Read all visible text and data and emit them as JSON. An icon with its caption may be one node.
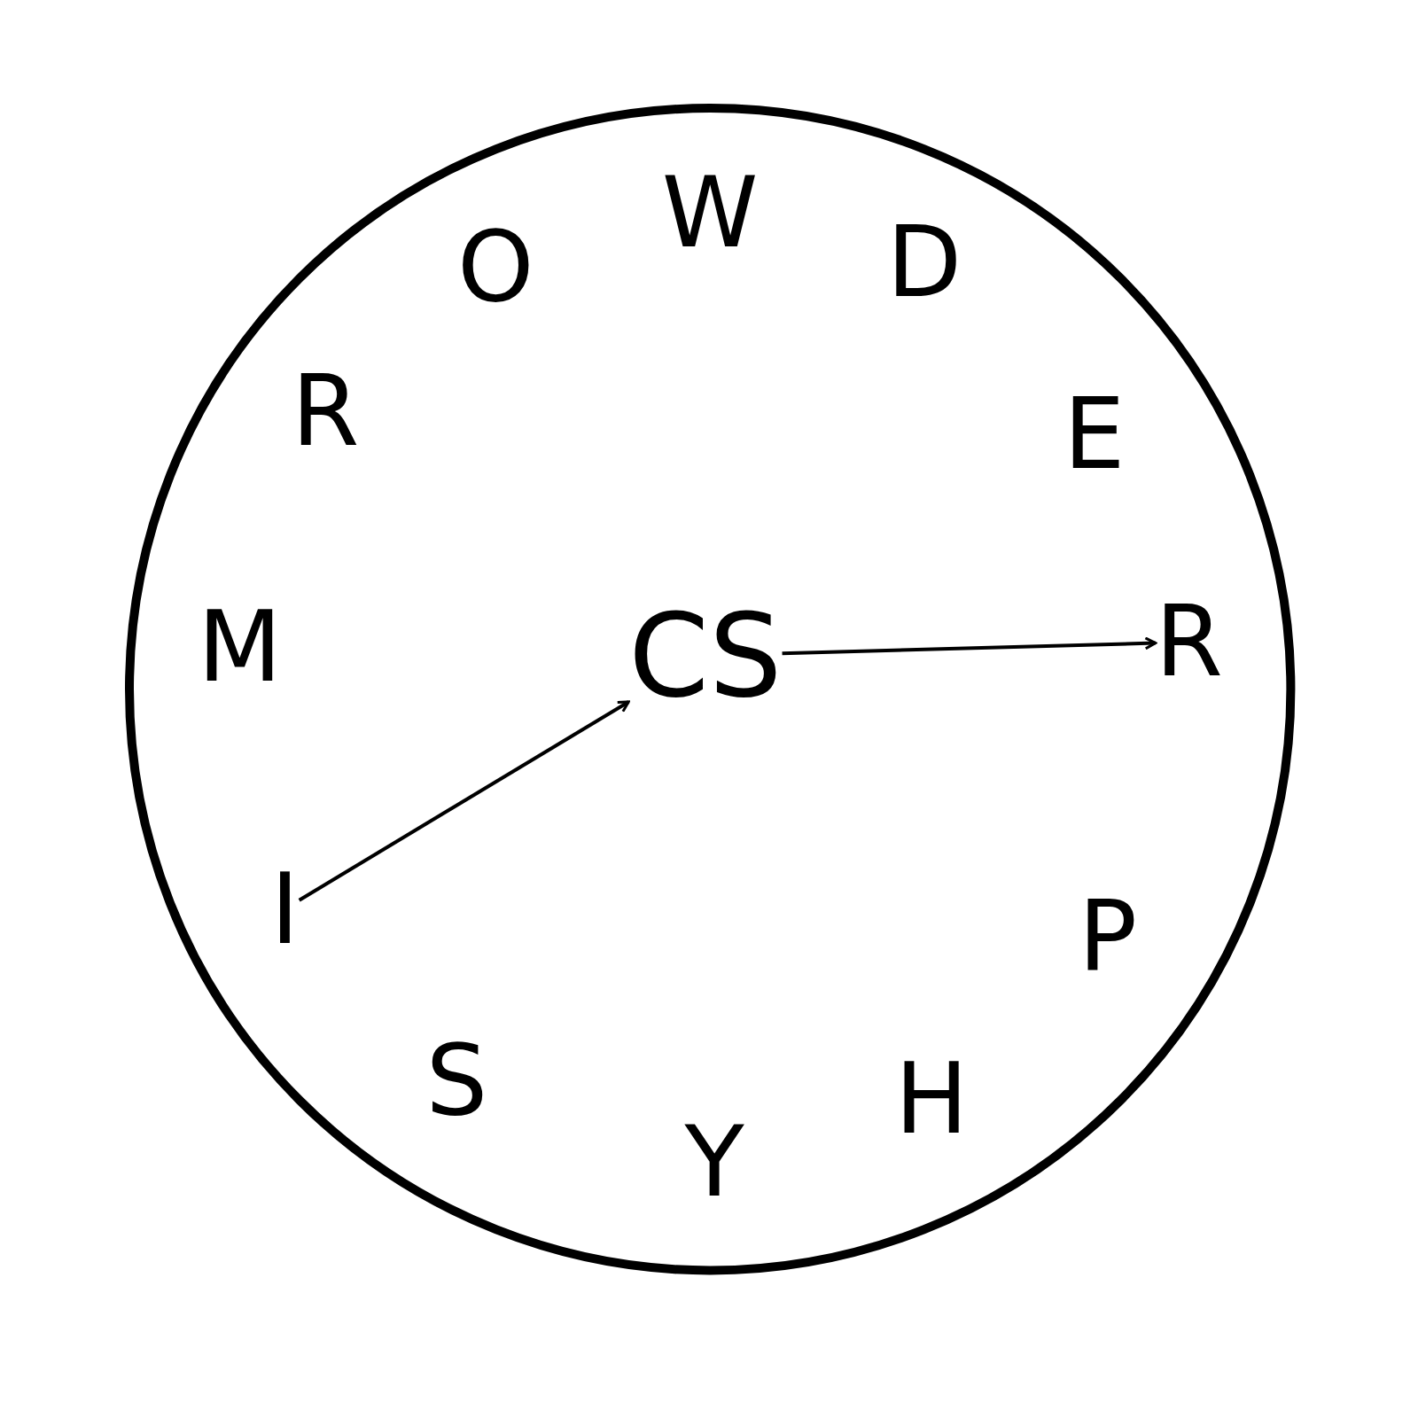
{
  "diagram": {
    "nodes": [
      {
        "text": [],
        "shape": "circle"
      },
      {
        "text": [
          "CS"
        ],
        "in": 0
      },
      {
        "text": [
          "R"
        ],
        "in": 0
      },
      {
        "text": [
          "I"
        ],
        "in": 0
      }
    ],
    "edges": [
      {
        "from": 3,
        "to": 1,
        "arrow": "to"
      },
      {
        "from": 1,
        "to": 2,
        "arrow": "to"
      }
    ],
    "labels": [
      "O",
      "W",
      "D",
      "R",
      "E",
      "M",
      "P",
      "S",
      "H",
      "Y"
    ]
  }
}
